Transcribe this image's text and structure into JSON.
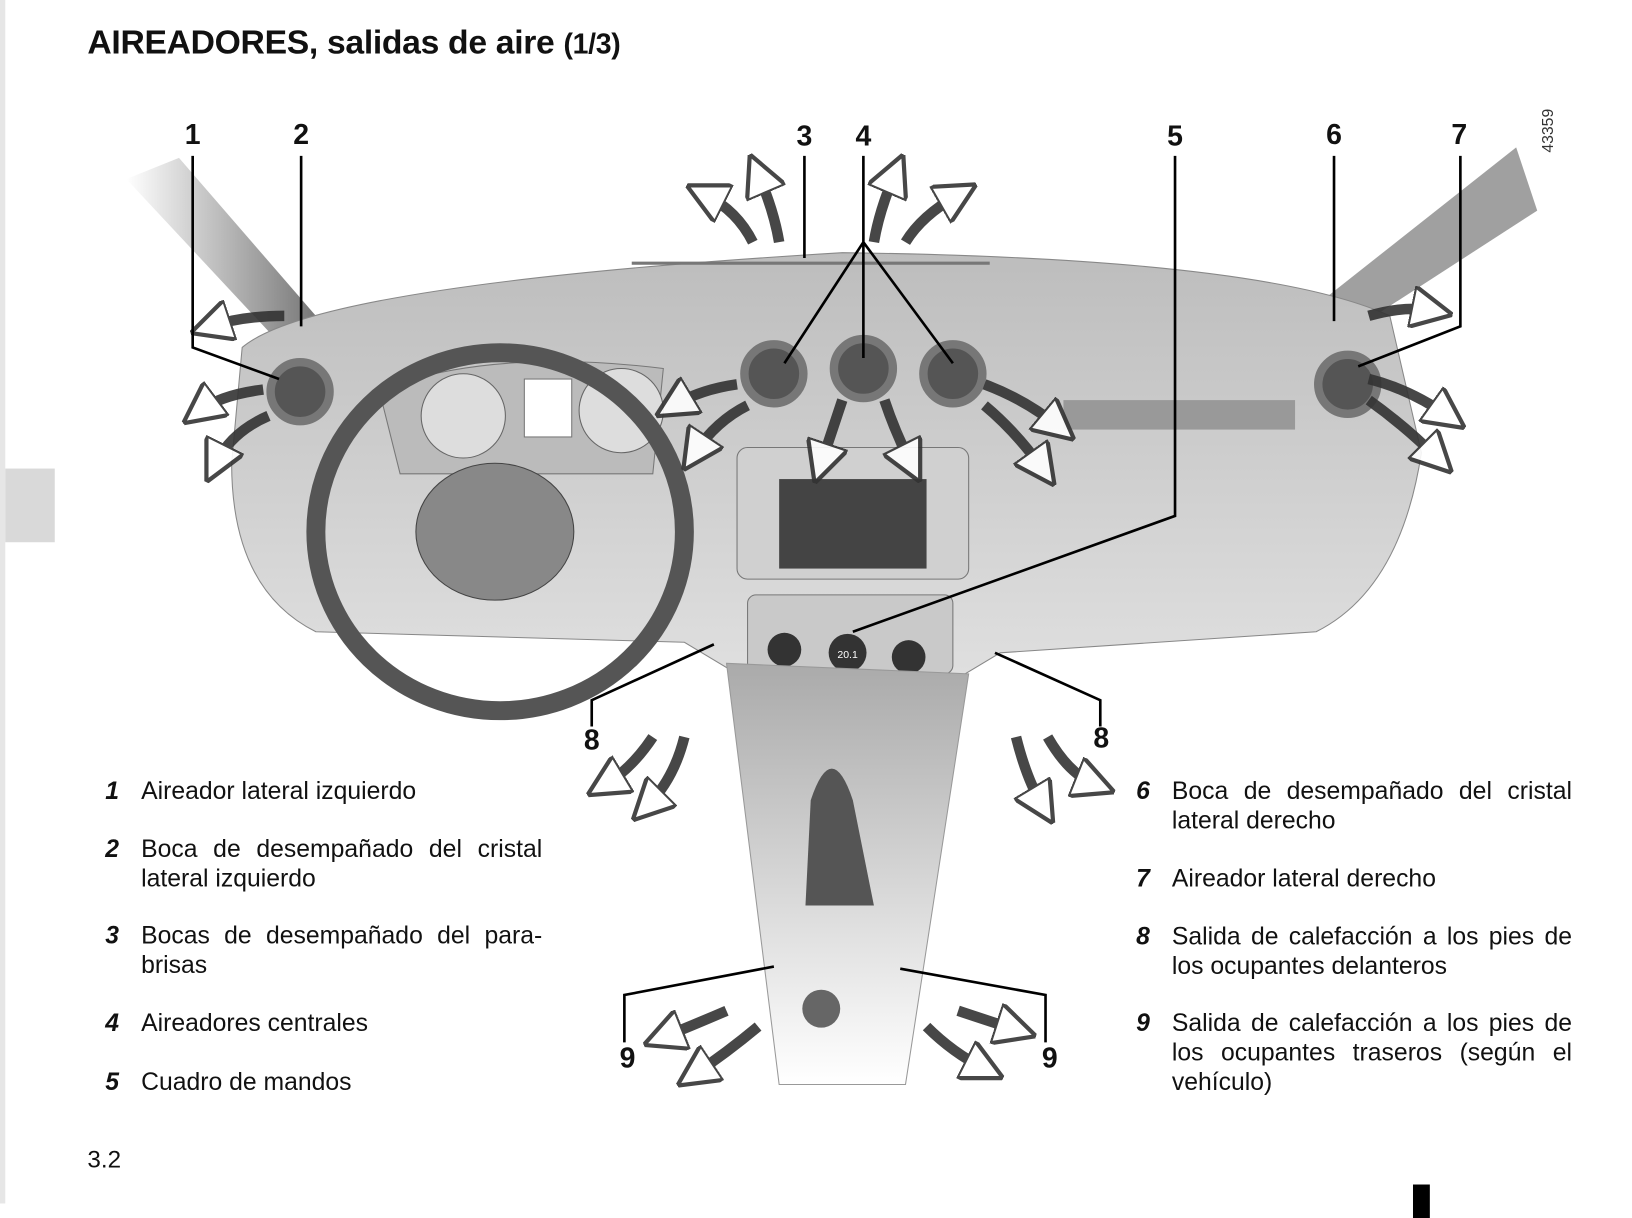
{
  "title": {
    "main": "AIREADORES, salidas de aire",
    "part": "(1/3)"
  },
  "figure": {
    "id": "43359",
    "callouts": [
      "1",
      "2",
      "3",
      "4",
      "5",
      "6",
      "7",
      "8",
      "8",
      "9",
      "9"
    ]
  },
  "legend_left": [
    {
      "num": "1",
      "text": "Aireador lateral izquierdo"
    },
    {
      "num": "2",
      "text": "Boca de desempañado del cristal lateral izquierdo"
    },
    {
      "num": "3",
      "text": "Bocas de desempañado del para-brisas"
    },
    {
      "num": "4",
      "text": "Aireadores centrales"
    },
    {
      "num": "5",
      "text": "Cuadro de mandos"
    }
  ],
  "legend_right": [
    {
      "num": "6",
      "text": "Boca de desempañado del cristal lateral derecho"
    },
    {
      "num": "7",
      "text": "Aireador lateral derecho"
    },
    {
      "num": "8",
      "text": "Salida de calefacción a los pies de los ocupantes delanteros"
    },
    {
      "num": "9",
      "text": "Salida de calefacción a los pies de los ocupantes traseros (según el vehículo)"
    }
  ],
  "page_number": "3.2",
  "display_temp": "20.1"
}
